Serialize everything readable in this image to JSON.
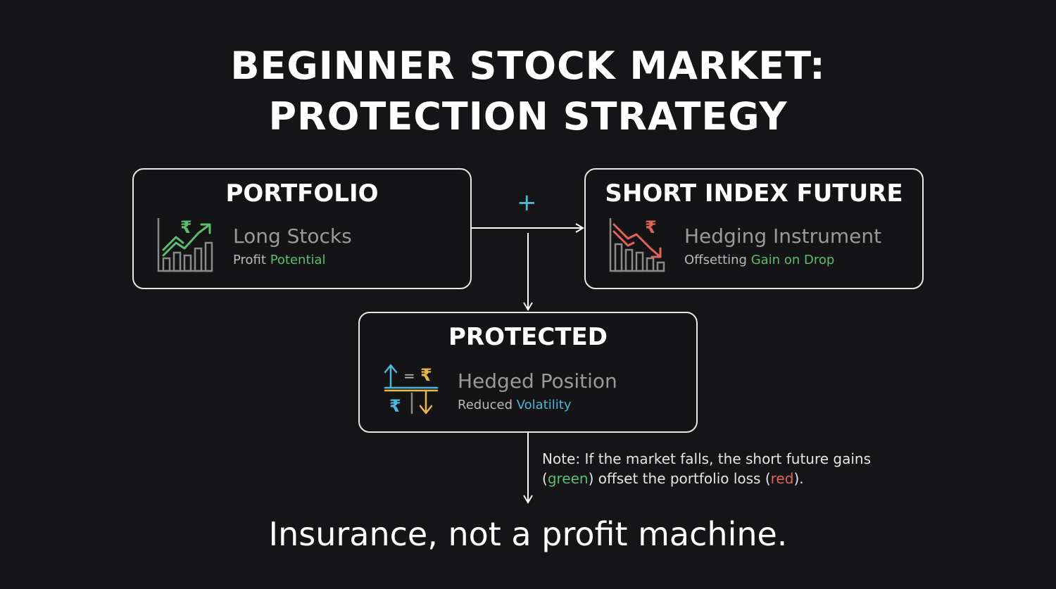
{
  "title": {
    "line1": "BEGINNER STOCK MARKET:",
    "line2": "PROTECTION STRATEGY"
  },
  "portfolio": {
    "title": "PORTFOLIO",
    "main": "Long Stocks",
    "sub_plain": "Profit ",
    "sub_highlight": "Potential",
    "icon": "rising-chart-rupee-icon"
  },
  "connector": {
    "plus": "+"
  },
  "short_index": {
    "title": "SHORT INDEX FUTURE",
    "main": "Hedging Instrument",
    "sub_plain": "Offsetting ",
    "sub_highlight": "Gain on Drop",
    "icon": "falling-chart-rupee-icon"
  },
  "protected": {
    "title": "PROTECTED",
    "main": "Hedged Position",
    "sub_plain": "Reduced ",
    "sub_highlight": "Volatility",
    "icon": "balanced-rupee-arrows-icon"
  },
  "note": {
    "line1": "Note: If the market falls, the short future gains",
    "paren_open": "(",
    "green_word": "green",
    "mid": ") offset the portfolio loss (",
    "red_word": "red",
    "end": ")."
  },
  "footer": "Insurance, not a profit machine.",
  "colors": {
    "background": "#151517",
    "green": "#5bbd6e",
    "red": "#e0635a",
    "blue": "#4fb6db",
    "yellow": "#e8b84a"
  }
}
